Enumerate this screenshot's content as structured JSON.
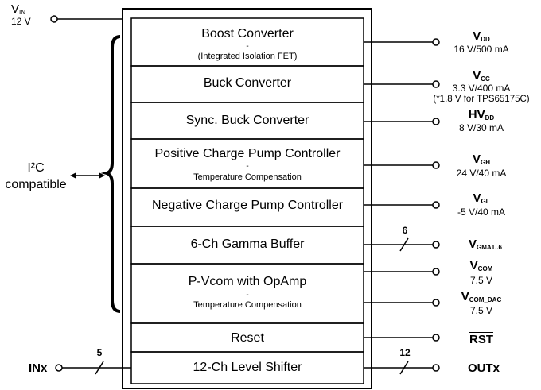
{
  "vin": {
    "name": "V",
    "sub": "IN",
    "value": "12 V"
  },
  "i2c": {
    "line1": "I²C",
    "line2": "compatible"
  },
  "blocks": [
    {
      "title": "Boost Converter",
      "dash": "-",
      "sub": "(Integrated Isolation FET)"
    },
    {
      "title": "Buck Converter"
    },
    {
      "title": "Sync. Buck Converter"
    },
    {
      "title": "Positive Charge Pump Controller",
      "dash": "-",
      "sub": "Temperature Compensation"
    },
    {
      "title": "Negative Charge Pump Controller"
    },
    {
      "title": "6-Ch Gamma Buffer"
    },
    {
      "title": "P-Vcom with OpAmp",
      "dash": "-",
      "sub": "Temperature Compensation"
    },
    {
      "title": "Reset"
    },
    {
      "title": "12-Ch Level Shifter"
    }
  ],
  "outputs": [
    {
      "name": "V",
      "sub": "DD",
      "value": "16 V/500 mA"
    },
    {
      "name": "V",
      "sub": "CC",
      "value": "3.3 V/400 mA",
      "note": "(*1.8 V for TPS65175C)"
    },
    {
      "name": "HV",
      "sub": "DD",
      "value": "8 V/30 mA"
    },
    {
      "name": "V",
      "sub": "GH",
      "value": "24 V/40 mA"
    },
    {
      "name": "V",
      "sub": "GL",
      "value": "-5 V/40 mA"
    },
    {
      "name": "V",
      "sub": "GMA1..6",
      "bus": "6"
    },
    {
      "name": "V",
      "sub": "COM",
      "value": "7.5 V"
    },
    {
      "name": "V",
      "sub": "COM_DAC",
      "value": "7.5 V"
    },
    {
      "name": "RST"
    },
    {
      "name": "OUTx",
      "bus": "12"
    }
  ],
  "input": {
    "name": "INx",
    "bus": "5"
  }
}
